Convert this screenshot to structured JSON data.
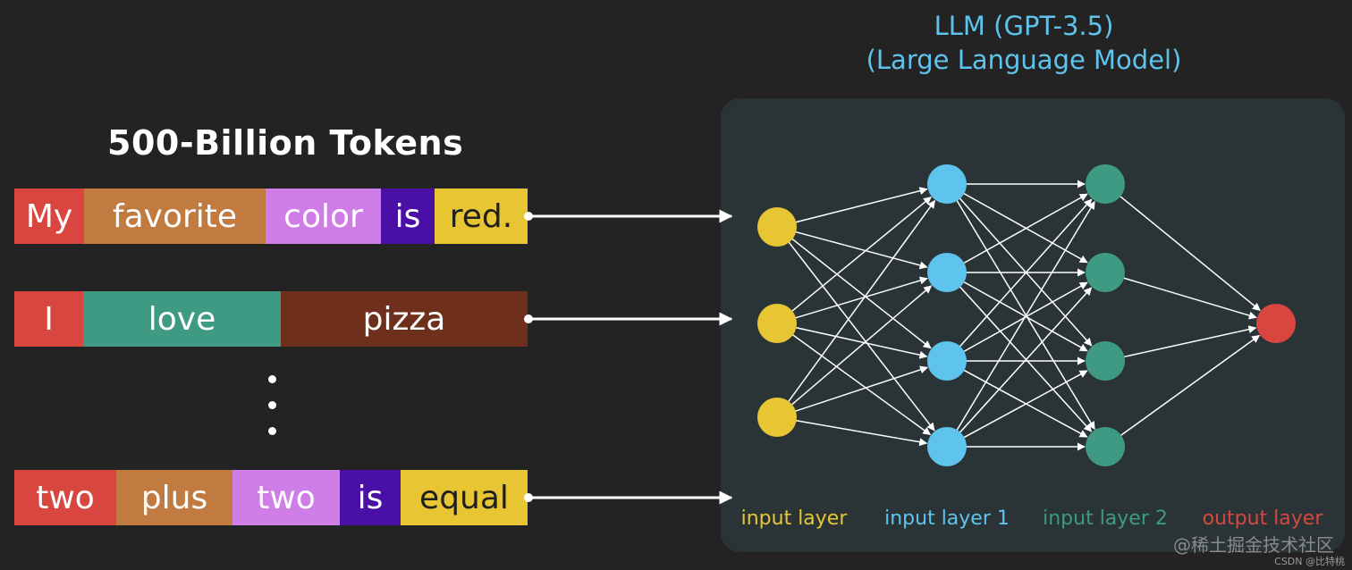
{
  "heading": "500-Billion Tokens",
  "model_title": {
    "line1": "LLM (GPT-3.5)",
    "line2": "(Large Language Model)"
  },
  "sentences": [
    {
      "tokens": [
        {
          "text": "My",
          "color": "#d9463f"
        },
        {
          "text": "favorite",
          "color": "#c17a3f"
        },
        {
          "text": "color",
          "color": "#cf7ee8"
        },
        {
          "text": "is",
          "color": "#4a0fa5"
        },
        {
          "text": "red.",
          "color": "#e8c633",
          "text_color": "#1f1f1f"
        }
      ]
    },
    {
      "tokens": [
        {
          "text": "I",
          "color": "#d9463f"
        },
        {
          "text": "love",
          "color": "#3e9a82"
        },
        {
          "text": "pizza",
          "color": "#6e2f1c"
        }
      ]
    },
    {
      "tokens": [
        {
          "text": "two",
          "color": "#d9463f"
        },
        {
          "text": "plus",
          "color": "#c17a3f"
        },
        {
          "text": "two",
          "color": "#cf7ee8"
        },
        {
          "text": "is",
          "color": "#4a0fa5"
        },
        {
          "text": "equal",
          "color": "#e8c633",
          "text_color": "#1f1f1f"
        }
      ]
    }
  ],
  "network": {
    "layers": [
      {
        "label": "input layer",
        "color": "#e8c633",
        "nodes": 3
      },
      {
        "label": "input layer 1",
        "color": "#5ec4ee",
        "nodes": 4
      },
      {
        "label": "input layer 2",
        "color": "#3e9a82",
        "nodes": 4
      },
      {
        "label": "output layer",
        "color": "#d9463f",
        "nodes": 1
      }
    ]
  },
  "watermark": "@稀土掘金技术社区",
  "watermark_small": "CSDN @比特桃"
}
